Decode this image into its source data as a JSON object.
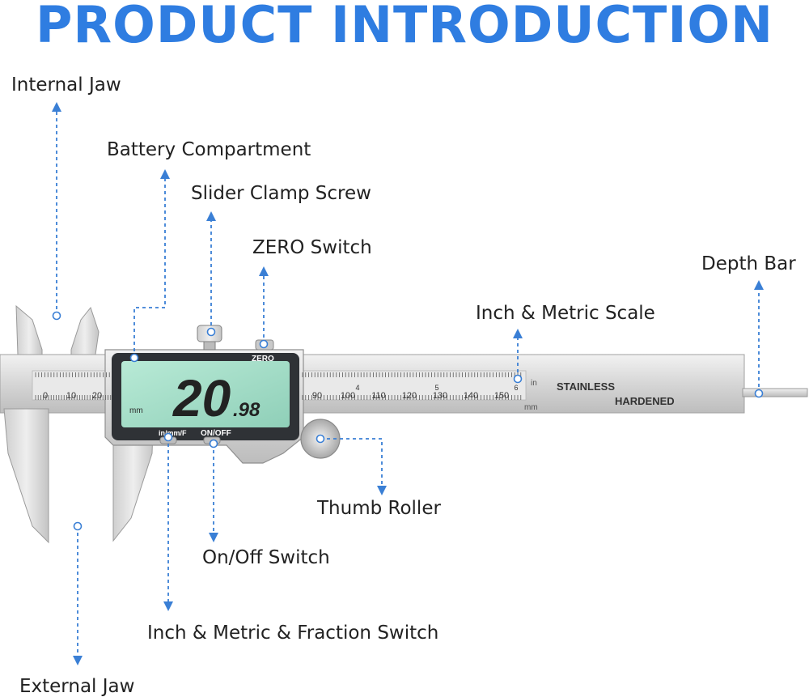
{
  "title": "PRODUCT INTRODUCTION",
  "colors": {
    "title": "#2f7de1",
    "callout": "#3a7fd5",
    "lcd": "#9fd9c4",
    "steel": "#d9d9d9"
  },
  "labels": {
    "internal_jaw": "Internal Jaw",
    "battery_compartment": "Battery Compartment",
    "slider_clamp_screw": "Slider Clamp Screw",
    "zero_switch": "ZERO Switch",
    "depth_bar": "Depth Bar",
    "inch_metric_scale": "Inch & Metric Scale",
    "thumb_roller": "Thumb Roller",
    "on_off_switch": "On/Off Switch",
    "fraction_switch": "Inch & Metric & Fraction Switch",
    "external_jaw": "External Jaw"
  },
  "device": {
    "display_main": "20",
    "display_decimal": ".98",
    "display_unit": "mm",
    "zero_button": "ZERO",
    "mode_button": "in/mm/F",
    "power_button": "ON/OFF",
    "engraving_1": "STAINLESS",
    "engraving_2": "HARDENED",
    "unit_in": "in",
    "unit_mm": "mm"
  },
  "scale": {
    "left_mm": [
      "0",
      "10",
      "20"
    ],
    "right_mm": [
      "90",
      "100",
      "110",
      "120",
      "130",
      "140",
      "150"
    ],
    "inch_marks": [
      "4",
      "5",
      "6"
    ]
  }
}
